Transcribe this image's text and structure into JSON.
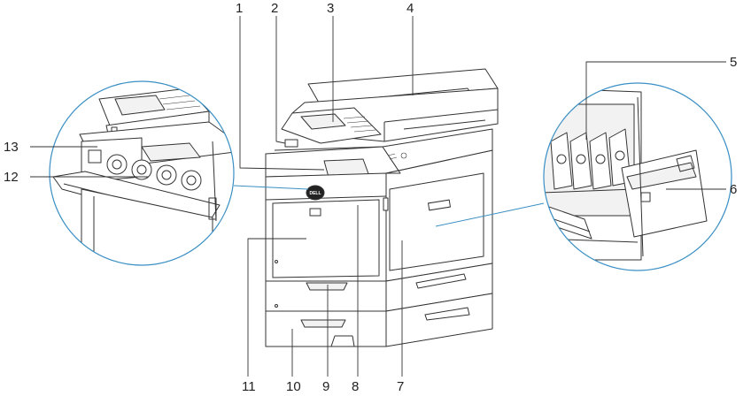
{
  "callouts": {
    "n1": "1",
    "n2": "2",
    "n3": "3",
    "n4": "4",
    "n5": "5",
    "n6": "6",
    "n7": "7",
    "n8": "8",
    "n9": "9",
    "n10": "10",
    "n11": "11",
    "n12": "12",
    "n13": "13"
  },
  "logo": "DELL",
  "colors": {
    "line": "#333333",
    "detail": "#555555",
    "circle": "#3a8fc4",
    "fill_light": "#ffffff",
    "fill_shade": "#f2f2f2",
    "logo_fill": "#222222"
  }
}
